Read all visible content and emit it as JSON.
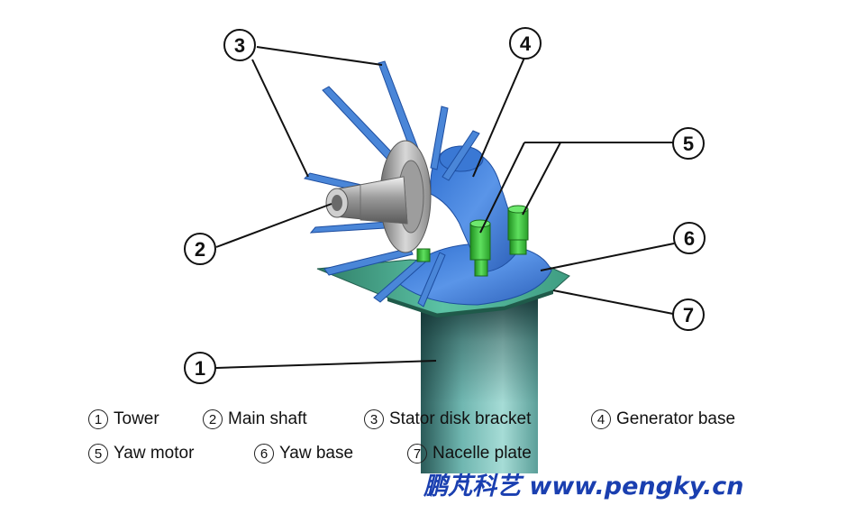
{
  "callouts": [
    {
      "num": "1",
      "label": "Tower"
    },
    {
      "num": "2",
      "label": "Main shaft"
    },
    {
      "num": "3",
      "label": "Stator disk bracket"
    },
    {
      "num": "4",
      "label": "Generator base"
    },
    {
      "num": "5",
      "label": "Yaw motor"
    },
    {
      "num": "6",
      "label": "Yaw base"
    },
    {
      "num": "7",
      "label": "Nacelle plate"
    }
  ],
  "watermark": "鹏芃科艺 www.pengky.cn",
  "colors": {
    "tower": "#7fc9c2",
    "bracket": "#4a86d8",
    "plate": "#4aa98c",
    "motor": "#3fc43f",
    "shaft": "#b8b8b8",
    "watermark": "#1a3fb0"
  }
}
